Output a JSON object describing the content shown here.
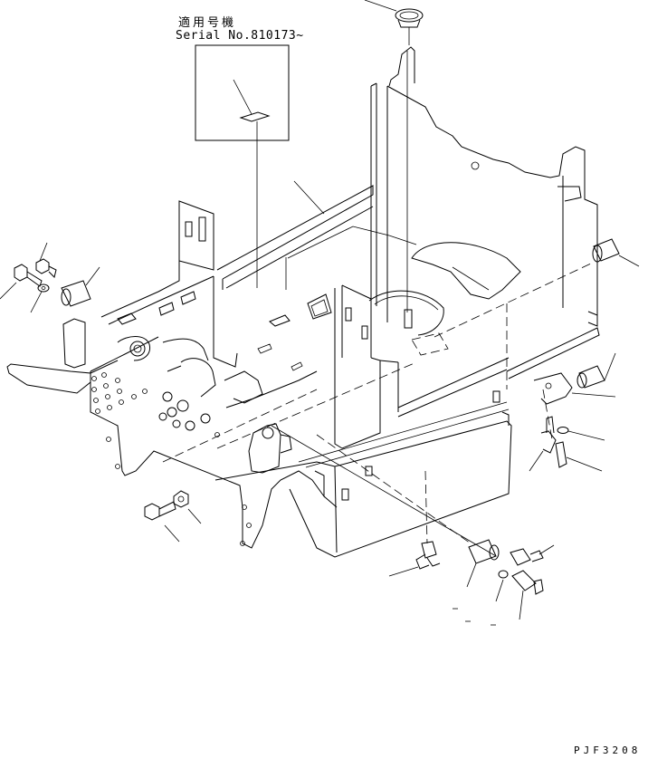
{
  "inset": {
    "applicable_label": "適用号機",
    "serial_label": "Serial No.810173~"
  },
  "drawing_code": "PJF3208",
  "colors": {
    "line": "#000000",
    "background": "#ffffff"
  }
}
